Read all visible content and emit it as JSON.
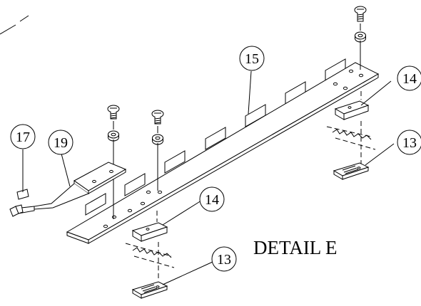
{
  "title": "DETAIL E",
  "callouts": [
    {
      "id": "c13a",
      "label": "13"
    },
    {
      "id": "c13b",
      "label": "13"
    },
    {
      "id": "c14a",
      "label": "14"
    },
    {
      "id": "c14b",
      "label": "14"
    },
    {
      "id": "c15",
      "label": "15"
    },
    {
      "id": "c17",
      "label": "17"
    },
    {
      "id": "c19",
      "label": "19"
    }
  ]
}
